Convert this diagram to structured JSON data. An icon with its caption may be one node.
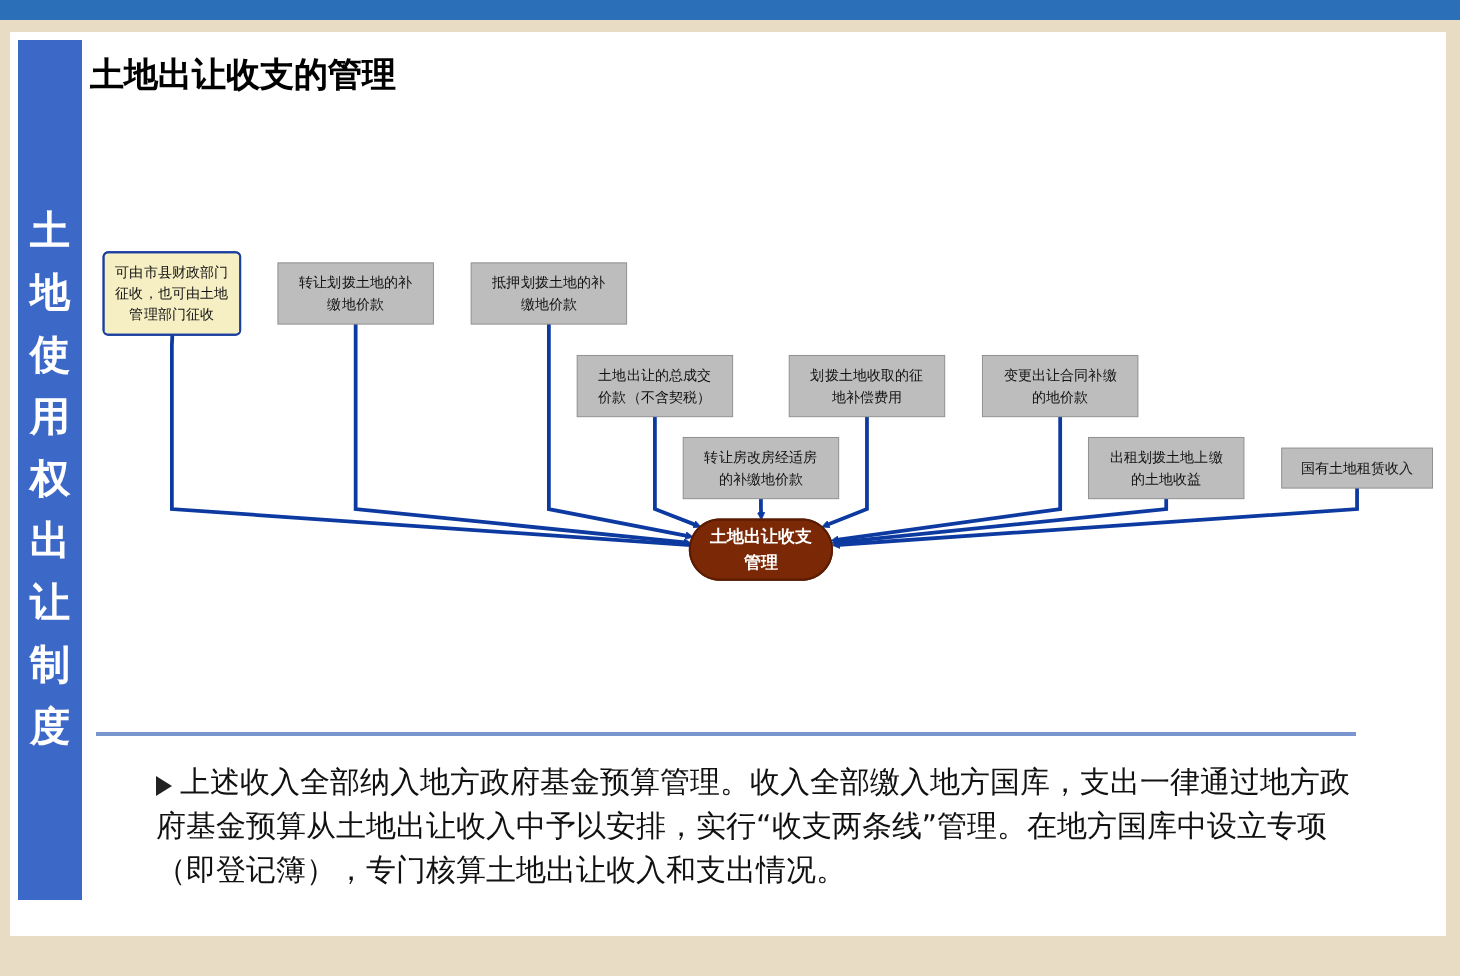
{
  "diagram": {
    "title": "土地出让收支的管理",
    "nodes": [
      {
        "text": [
          "可由市县财政部门征收，也可由土地管理部门征收"
        ]
      },
      {
        "text": [
          "转让划拨土地的补缴地价款"
        ]
      },
      {
        "text": [
          "抵押划拨土地的补缴地价款"
        ]
      },
      {
        "text": [
          "土地出让的总成交价款（不含契税）"
        ]
      },
      {
        "text": [
          "土地出让收支管理"
        ]
      },
      {
        "text": [
          "转让房改房经适房的补缴地价款"
        ]
      },
      {
        "text": [
          "划拨土地收取的征地补偿费用"
        ]
      },
      {
        "text": [
          "变更出让合同补缴的地价款"
        ]
      },
      {
        "text": [
          "出租划拨土地上缴的土地收益"
        ]
      },
      {
        "text": [
          "国有土地租赁收入"
        ]
      }
    ],
    "edges": [
      {
        "from": 0,
        "to": 4,
        "arrow": "none"
      },
      {
        "from": 1,
        "to": 4,
        "arrow": "to"
      },
      {
        "from": 2,
        "to": 4,
        "arrow": "to"
      },
      {
        "from": 3,
        "to": 4,
        "arrow": "to"
      },
      {
        "from": 5,
        "to": 4,
        "arrow": "to"
      },
      {
        "from": 6,
        "to": 4,
        "arrow": "to"
      },
      {
        "from": 7,
        "to": 4,
        "arrow": "to"
      },
      {
        "from": 8,
        "to": 4,
        "arrow": "to"
      },
      {
        "from": 9,
        "to": 4,
        "arrow": "to"
      }
    ],
    "labels": [
      "土地使用权出让制度",
      "上述收入全部纳入地方政府基金预算管理。收入全部缴入地方国库，支出一律通过地方政府基金预算从土地出让收入中予以安排，实行“收支两条线”管理。在地方国库中设立专项（即登记簿），专门核算土地出让收入和支出情况。"
    ]
  }
}
